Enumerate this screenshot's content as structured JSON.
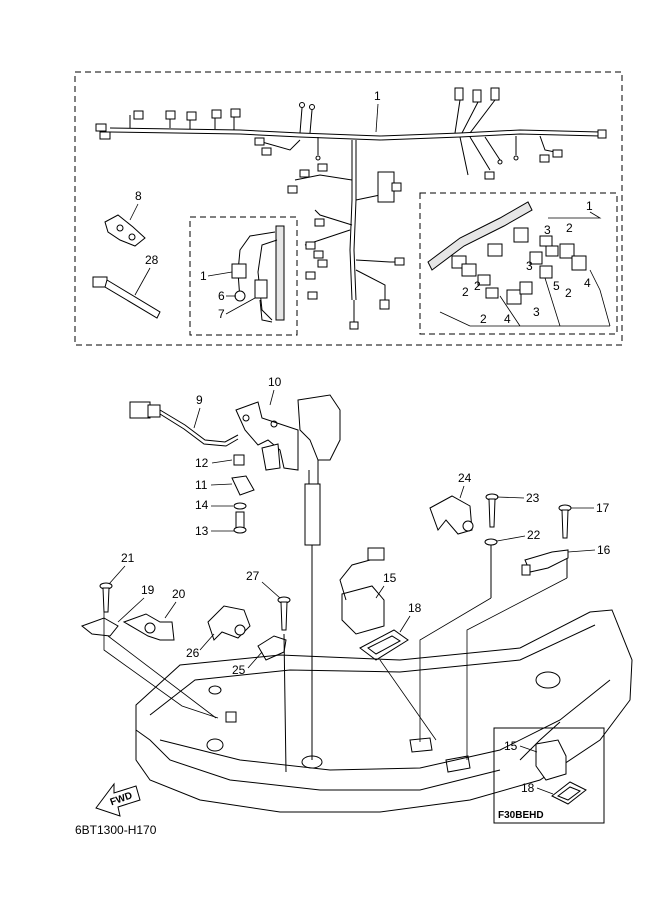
{
  "labels": {
    "p1_main": "1",
    "p1_connectors": "1",
    "p1_sensor": "1",
    "p8": "8",
    "p28": "28",
    "p6": "6",
    "p7": "7",
    "conn_2a": "2",
    "conn_3a": "3",
    "conn_2b": "2",
    "conn_2c": "2",
    "conn_3b": "3",
    "conn_5": "5",
    "conn_2d": "2",
    "conn_4a": "4",
    "conn_2e": "2",
    "conn_4b": "4",
    "conn_3c": "3",
    "p9": "9",
    "p10": "10",
    "p12": "12",
    "p11": "11",
    "p14": "14",
    "p13": "13",
    "p24": "24",
    "p23": "23",
    "p17": "17",
    "p22": "22",
    "p16": "16",
    "p21": "21",
    "p19": "19",
    "p20": "20",
    "p27": "27",
    "p15": "15",
    "p18": "18",
    "p26": "26",
    "p25": "25",
    "inset_p15": "15",
    "inset_p18": "18"
  },
  "inset_model": "F30BEHD",
  "fwd_arrow_label": "FWD",
  "drawing_code": "6BT1300-H170"
}
